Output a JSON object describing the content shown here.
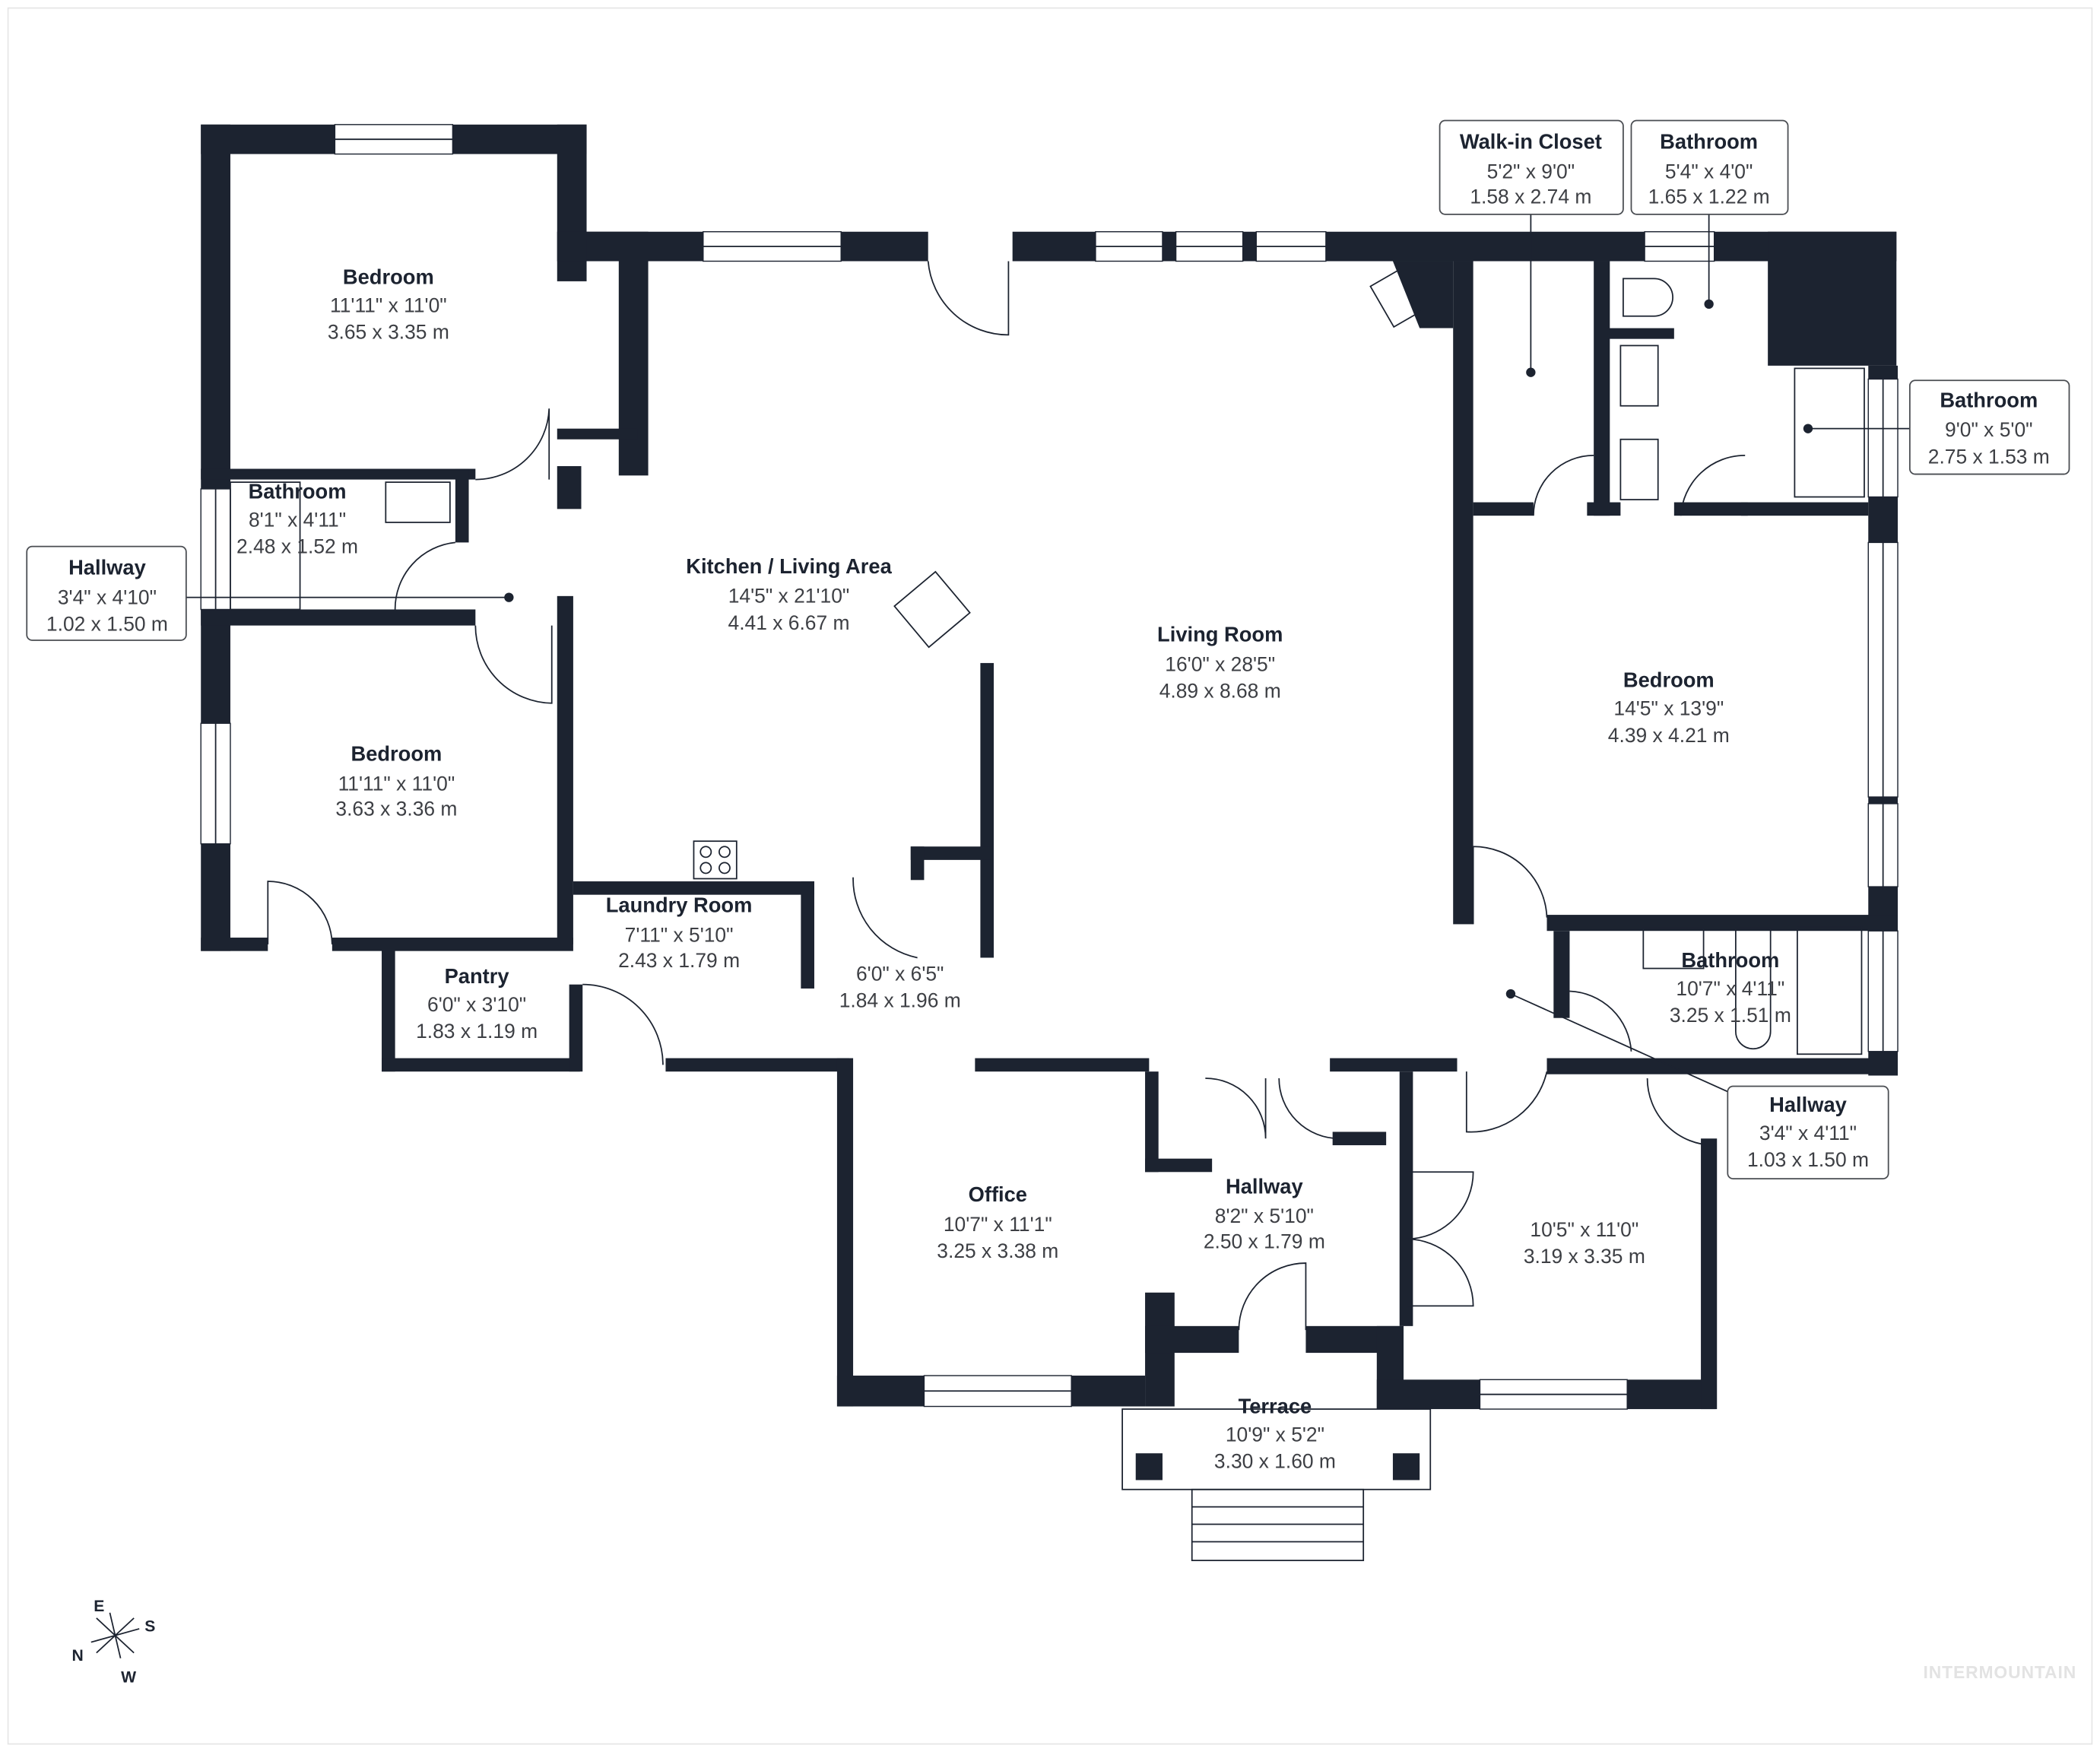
{
  "rooms": {
    "bedroom_nw": {
      "name": "Bedroom",
      "imperial": "11'11\" x 11'0\"",
      "metric": "3.65 x 3.35 m"
    },
    "bathroom_w": {
      "name": "Bathroom",
      "imperial": "8'1\" x 4'11\"",
      "metric": "2.48 x 1.52 m"
    },
    "hallway_w": {
      "name": "Hallway",
      "imperial": "3'4\" x 4'10\"",
      "metric": "1.02 x 1.50 m"
    },
    "bedroom_w": {
      "name": "Bedroom",
      "imperial": "11'11\" x 11'0\"",
      "metric": "3.63 x 3.36 m"
    },
    "kitchen": {
      "name": "Kitchen / Living Area",
      "imperial": "14'5\" x 21'10\"",
      "metric": "4.41 x 6.67 m"
    },
    "living": {
      "name": "Living Room",
      "imperial": "16'0\" x 28'5\"",
      "metric": "4.89 x 8.68 m"
    },
    "laundry": {
      "name": "Laundry Room",
      "imperial": "7'11\" x 5'10\"",
      "metric": "2.43 x 1.79 m"
    },
    "unnamed_center": {
      "imperial": "6'0\" x 6'5\"",
      "metric": "1.84 x 1.96 m"
    },
    "pantry": {
      "name": "Pantry",
      "imperial": "6'0\" x 3'10\"",
      "metric": "1.83 x 1.19 m"
    },
    "office": {
      "name": "Office",
      "imperial": "10'7\" x 11'1\"",
      "metric": "3.25 x 3.38 m"
    },
    "hallway_s": {
      "name": "Hallway",
      "imperial": "8'2\" x 5'10\"",
      "metric": "2.50 x 1.79 m"
    },
    "unnamed_se": {
      "imperial": "10'5\" x 11'0\"",
      "metric": "3.19 x 3.35 m"
    },
    "terrace": {
      "name": "Terrace",
      "imperial": "10'9\" x 5'2\"",
      "metric": "3.30 x 1.60 m"
    },
    "walkin": {
      "name": "Walk-in Closet",
      "imperial": "5'2\" x 9'0\"",
      "metric": "1.58 x 2.74 m"
    },
    "bathroom_ne": {
      "name": "Bathroom",
      "imperial": "5'4\" x 4'0\"",
      "metric": "1.65 x 1.22 m"
    },
    "bathroom_e": {
      "name": "Bathroom",
      "imperial": "9'0\" x 5'0\"",
      "metric": "2.75 x 1.53 m"
    },
    "bedroom_e": {
      "name": "Bedroom",
      "imperial": "14'5\" x 13'9\"",
      "metric": "4.39 x 4.21 m"
    },
    "bathroom_se": {
      "name": "Bathroom",
      "imperial": "10'7\" x 4'11\"",
      "metric": "3.25 x 1.51 m"
    },
    "hallway_e": {
      "name": "Hallway",
      "imperial": "3'4\" x 4'11\"",
      "metric": "1.03 x 1.50 m"
    }
  },
  "compass": {
    "n": "N",
    "e": "E",
    "s": "S",
    "w": "W"
  },
  "watermark": "INTERMOUNTAIN",
  "colors": {
    "wall": "#1c2330",
    "text": "#1c2330",
    "dim_text": "#3d3f44"
  }
}
